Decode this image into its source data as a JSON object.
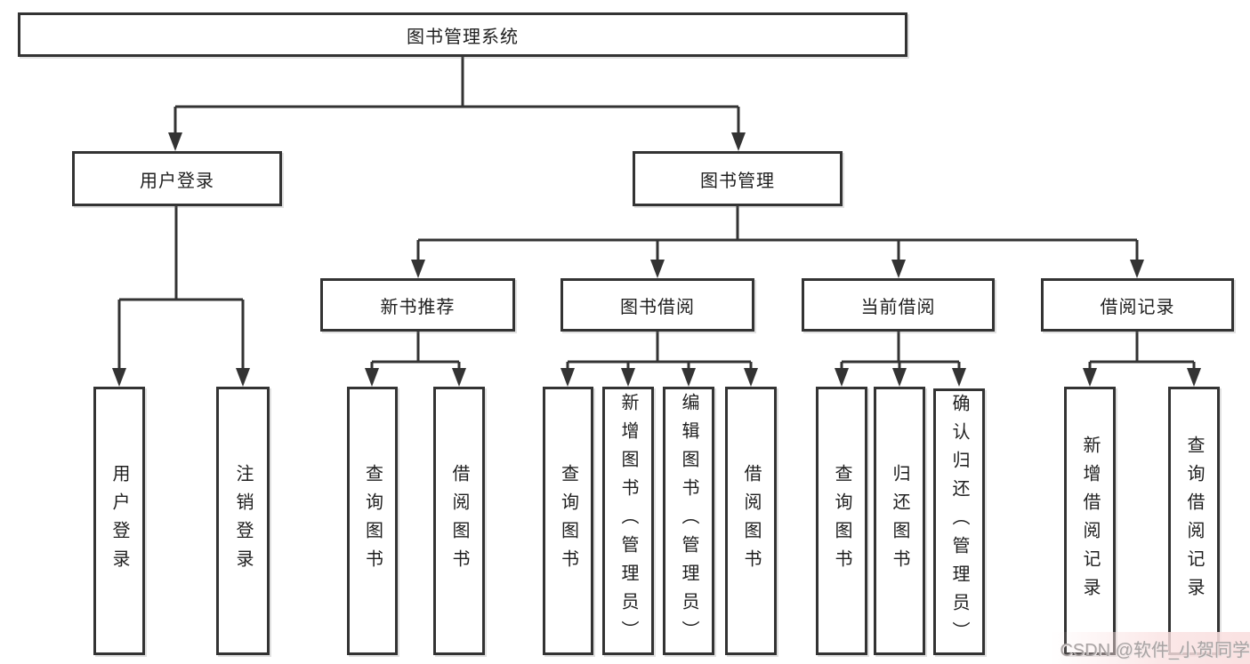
{
  "tree": {
    "root": {
      "label": "图书管理系统"
    },
    "children": [
      {
        "label": "用户登录",
        "children": [
          {
            "label": "用户登录"
          },
          {
            "label": "注销登录"
          }
        ]
      },
      {
        "label": "图书管理",
        "children": [
          {
            "label": "新书推荐",
            "children": [
              {
                "label": "查询图书"
              },
              {
                "label": "借阅图书"
              }
            ]
          },
          {
            "label": "图书借阅",
            "children": [
              {
                "label": "查询图书"
              },
              {
                "label": "新增图书（管理员）"
              },
              {
                "label": "编辑图书（管理员）"
              },
              {
                "label": "借阅图书"
              }
            ]
          },
          {
            "label": "当前借阅",
            "children": [
              {
                "label": "查询图书"
              },
              {
                "label": "归还图书"
              },
              {
                "label": "确认归还（管理员）"
              }
            ]
          },
          {
            "label": "借阅记录",
            "children": [
              {
                "label": "新增借阅记录"
              },
              {
                "label": "查询借阅记录"
              }
            ]
          }
        ]
      }
    ]
  },
  "watermark": {
    "text": "CSDN @软件_小贺同学"
  },
  "colors": {
    "line": "#333333",
    "box_border": "#333333",
    "box_fill": "#ffffff",
    "text": "#1f1f1f",
    "watermark_text": "#a9a3a3",
    "watermark_band": "#f9dede"
  }
}
